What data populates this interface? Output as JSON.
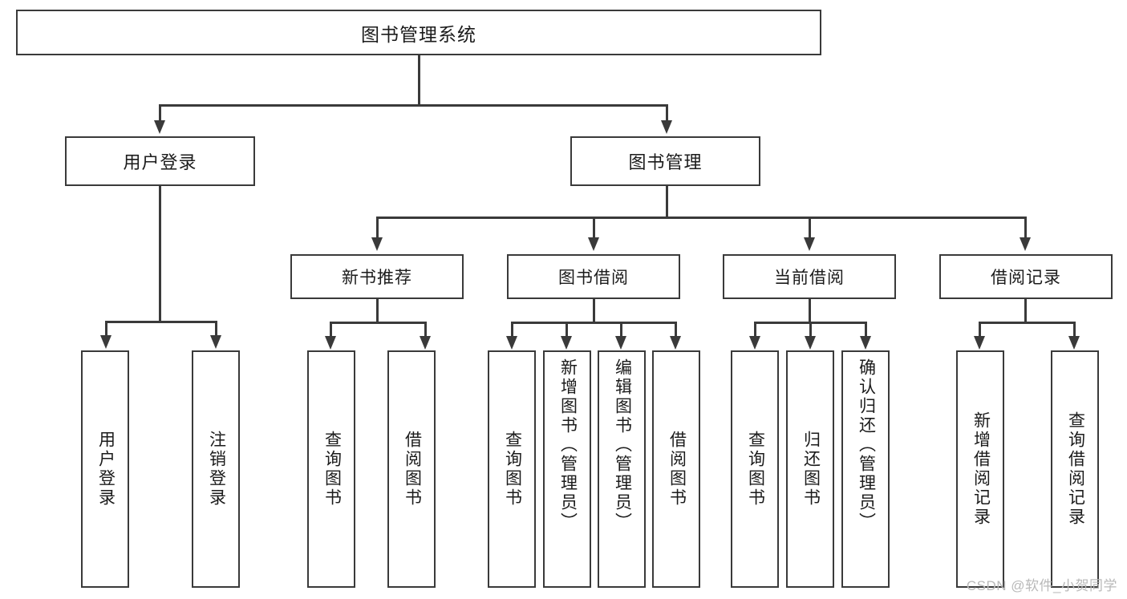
{
  "diagram": {
    "title": "图书管理系统",
    "watermark": "CSDN @软件_小贺同学",
    "colors": {
      "stroke": "#3a3a3a",
      "box_fill": "#ffffff",
      "text": "#1b1b1b",
      "watermark": "#b9b9b9",
      "background": "#ffffff"
    },
    "root": {
      "label": "图书管理系统"
    },
    "level2": [
      {
        "label": "用户登录"
      },
      {
        "label": "图书管理"
      }
    ],
    "level3": [
      {
        "label": "新书推荐"
      },
      {
        "label": "图书借阅"
      },
      {
        "label": "当前借阅"
      },
      {
        "label": "借阅记录"
      }
    ],
    "leaves": {
      "user_login": [
        {
          "label": "用户登录"
        },
        {
          "label": "注销登录"
        }
      ],
      "new_book_recommend": [
        {
          "label": "查询图书"
        },
        {
          "label": "借阅图书"
        }
      ],
      "book_borrow": [
        {
          "label": "查询图书"
        },
        {
          "label": "新增图书（管理员）"
        },
        {
          "label": "编辑图书（管理员）"
        },
        {
          "label": "借阅图书"
        }
      ],
      "current_borrow": [
        {
          "label": "查询图书"
        },
        {
          "label": "归还图书"
        },
        {
          "label": "确认归还（管理员）"
        }
      ],
      "borrow_record": [
        {
          "label": "新增借阅记录"
        },
        {
          "label": "查询借阅记录"
        }
      ]
    }
  }
}
